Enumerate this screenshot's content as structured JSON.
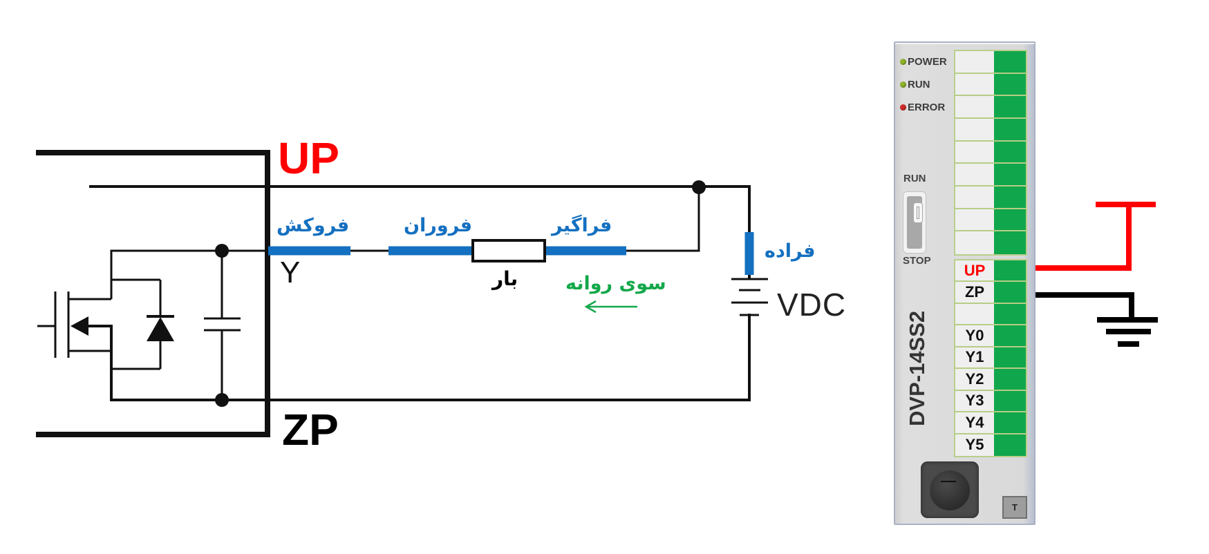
{
  "diagram": {
    "title": "PLC transistor output (sink) wiring",
    "terminals": {
      "up": "UP",
      "zp": "ZP",
      "y": "Y"
    },
    "labels": {
      "sink": "فروکش",
      "source": "فروران",
      "collector": "فراگیر",
      "supply": "فراده",
      "load": "بار",
      "current_flow": "سوی روانه",
      "power_supply": "VDC"
    },
    "colors": {
      "up_wire": "#ff0000",
      "highlight_blue": "#1470c0",
      "flow_green": "#13a84a",
      "wire": "#111111",
      "terminal_green": "#10a64c"
    },
    "components": [
      "mosfet",
      "diode",
      "capacitor",
      "load-resistor",
      "dc-battery",
      "ground"
    ]
  },
  "plc": {
    "model": "DVP-14SS2",
    "status_leds": [
      {
        "label": "POWER",
        "color": "#8fb52a"
      },
      {
        "label": "RUN",
        "color": "#8fb52a"
      },
      {
        "label": "ERROR",
        "color": "#d22a2a"
      }
    ],
    "switch": {
      "top_label": "RUN",
      "bottom_label": "STOP"
    },
    "top_terminals": [
      "",
      "",
      "",
      "",
      "",
      "",
      "",
      "",
      ""
    ],
    "bottom_terminals": [
      {
        "label": "UP",
        "color": "#ff0000"
      },
      {
        "label": "ZP",
        "color": "#111111"
      },
      {
        "label": "",
        "color": "#111111"
      },
      {
        "label": "Y0",
        "color": "#111111"
      },
      {
        "label": "Y1",
        "color": "#111111"
      },
      {
        "label": "Y2",
        "color": "#111111"
      },
      {
        "label": "Y3",
        "color": "#111111"
      },
      {
        "label": "Y4",
        "color": "#111111"
      },
      {
        "label": "Y5",
        "color": "#111111"
      }
    ],
    "t_button": "T"
  }
}
